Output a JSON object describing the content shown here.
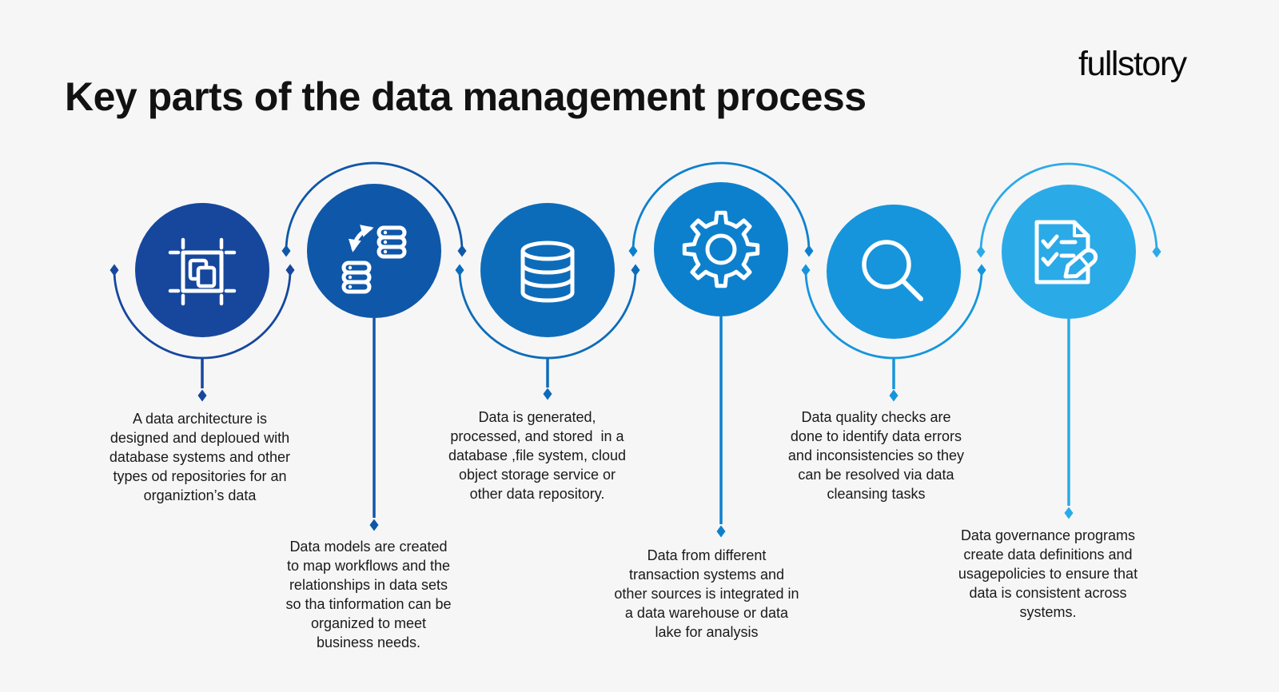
{
  "page": {
    "background": "#f6f6f7",
    "text_color": "#1a1a1a"
  },
  "header": {
    "title": "Key parts of the data management process",
    "brand": "fullstory"
  },
  "steps": [
    {
      "id": 1,
      "icon": "data-architecture-icon",
      "color": "#16479D",
      "description": "A data architecture is\ndesigned and deploued with\ndatabase systems and other\ntypes od repositories for an\norganiztion’s data"
    },
    {
      "id": 2,
      "icon": "data-models-icon",
      "color": "#0F57A8",
      "description": "Data models are created\nto map workflows and the\nrelationships in data sets\nso tha tinformation can be\norganized to meet\nbusiness needs."
    },
    {
      "id": 3,
      "icon": "database-icon",
      "color": "#0C6CBA",
      "description": "Data is generated,\nprocessed, and stored  in a\ndatabase ,file system, cloud\nobject storage service or\nother data repository."
    },
    {
      "id": 4,
      "icon": "gear-icon",
      "color": "#0D80CD",
      "description": "Data from different\ntransaction systems and\nother sources is integrated in\na data warehouse or data\nlake for analysis"
    },
    {
      "id": 5,
      "icon": "search-icon",
      "color": "#1695DC",
      "description": "Data quality checks are\ndone to identify data errors\nand inconsistencies so they\ncan be resolved via data\ncleansing tasks"
    },
    {
      "id": 6,
      "icon": "checklist-document-icon",
      "color": "#2BAAE8",
      "description": "Data governance programs\ncreate data definitions and\nusagepolicies to ensure that\ndata is consistent across\nsystems."
    }
  ]
}
